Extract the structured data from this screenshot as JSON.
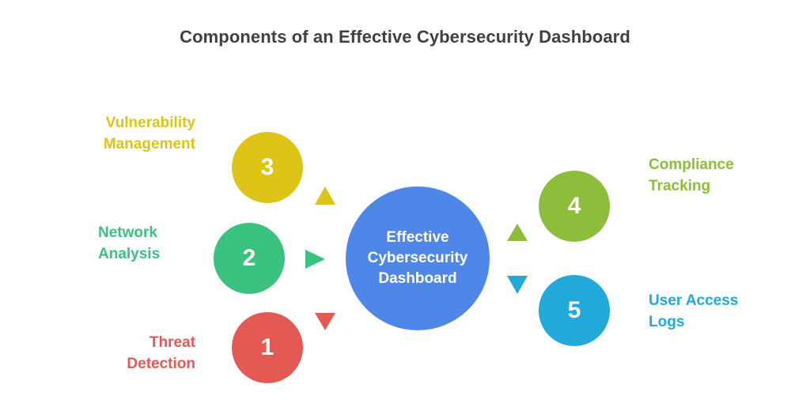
{
  "title": "Components of an Effective Cybersecurity Dashboard",
  "center": {
    "lines": [
      "Effective",
      "Cybersecurity",
      "Dashboard"
    ],
    "color": "#4F87E8"
  },
  "components": [
    {
      "number": "1",
      "label_lines": [
        "Threat",
        "Detection"
      ],
      "color": "#E25A53"
    },
    {
      "number": "2",
      "label_lines": [
        "Network",
        "Analysis"
      ],
      "color": "#3CC27F"
    },
    {
      "number": "3",
      "label_lines": [
        "Vulnerability",
        "Management"
      ],
      "color": "#DDC416"
    },
    {
      "number": "4",
      "label_lines": [
        "Compliance",
        "Tracking"
      ],
      "color": "#8DBE3B"
    },
    {
      "number": "5",
      "label_lines": [
        "User Access",
        "Logs"
      ],
      "color": "#22A9DA"
    }
  ]
}
